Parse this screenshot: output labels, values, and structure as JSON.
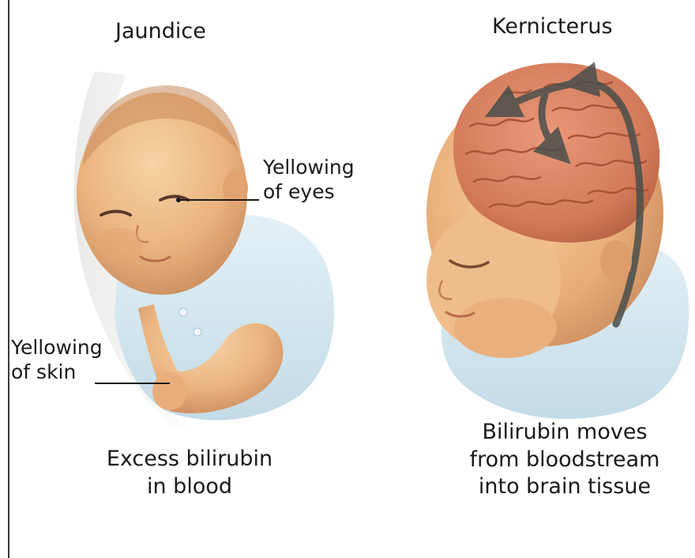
{
  "left_panel": {
    "title": "Jaundice",
    "callout_eyes": [
      "Yellowing",
      "of eyes"
    ],
    "callout_skin": [
      "Yellowing",
      "of skin"
    ],
    "caption": [
      "Excess bilirubin",
      "in blood"
    ]
  },
  "right_panel": {
    "title": "Kernicterus",
    "caption": [
      "Bilirubin moves",
      "from bloodstream",
      "into brain tissue"
    ]
  },
  "colors": {
    "skin": "#f0c08c",
    "skin_shadow": "#d99a64",
    "hair": "#c88a5a",
    "brain": "#d9855c",
    "brain_fold": "#a9553a",
    "onesie": "#cfe4ee",
    "arrow": "#4a4f4c",
    "text": "#1a1a1a"
  }
}
